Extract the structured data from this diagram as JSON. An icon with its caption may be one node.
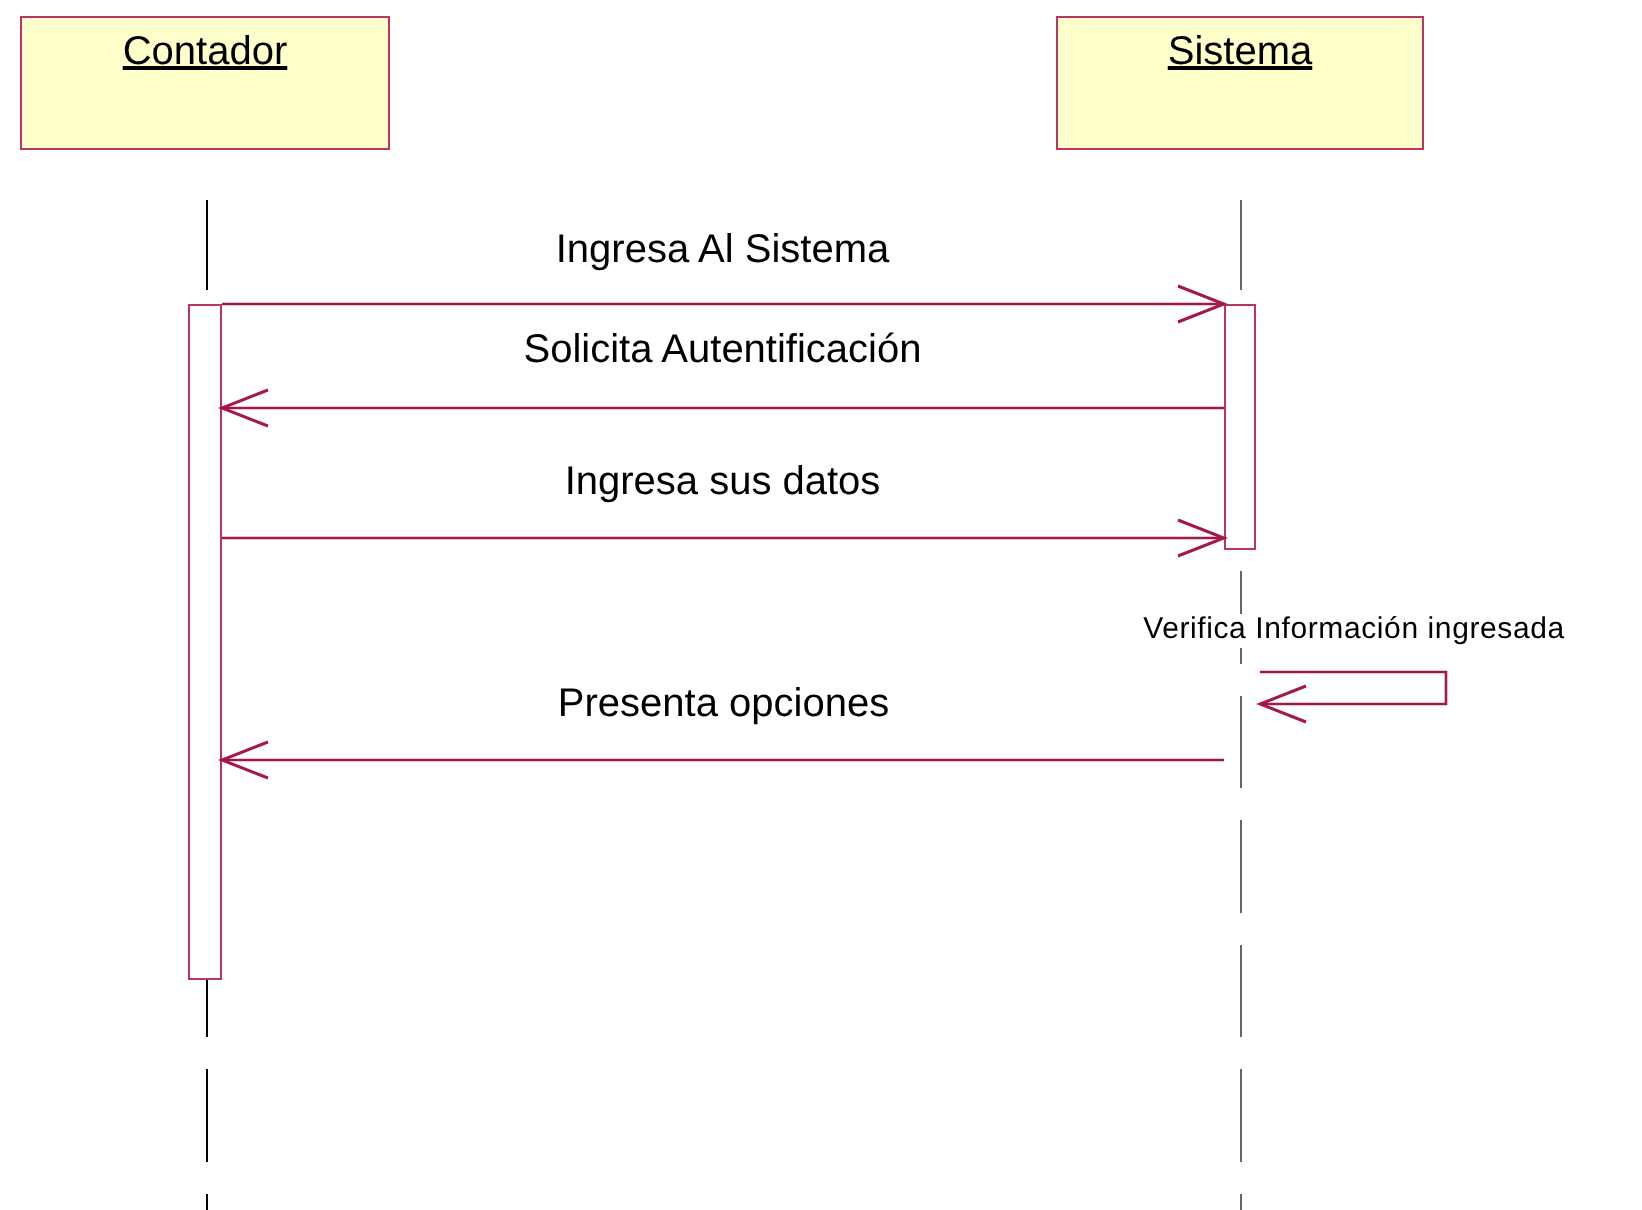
{
  "diagram": {
    "nodes": [
      {
        "text": [
          "Contador"
        ]
      },
      {
        "text": [
          "Sistema"
        ]
      },
      {
        "text": [],
        "shape": "line"
      },
      {
        "text": [],
        "shape": "line"
      },
      {
        "text": [],
        "shape": "bar"
      },
      {
        "text": [],
        "shape": "bar"
      }
    ],
    "edges": [
      {
        "from": 4,
        "to": 5,
        "arrow": "to",
        "label": "Ingresa Al Sistema"
      },
      {
        "from": 5,
        "to": 4,
        "arrow": "to",
        "label": "Solicita Autentificación"
      },
      {
        "from": 4,
        "to": 5,
        "arrow": "to",
        "label": "Ingresa sus datos"
      },
      {
        "from": 3,
        "to": 3,
        "arrow": "to",
        "label": "Verifica Información ingresada"
      },
      {
        "from": 3,
        "to": 4,
        "arrow": "to",
        "label": "Presenta opciones"
      }
    ]
  }
}
